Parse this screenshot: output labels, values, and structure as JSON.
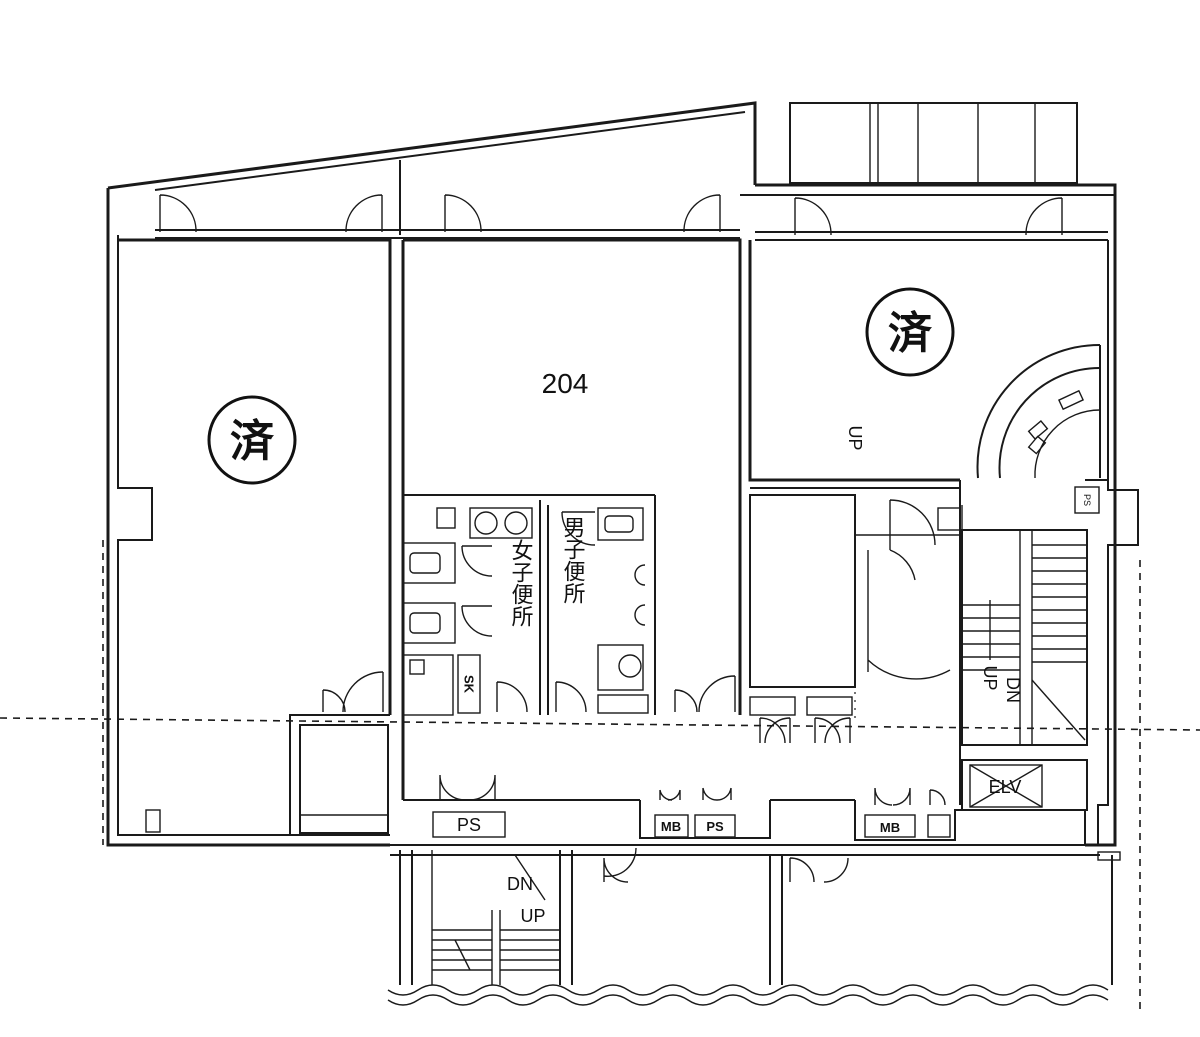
{
  "room_number": "204",
  "stamps": [
    "済",
    "済"
  ],
  "restrooms": {
    "women": "女子便所",
    "men": "男子便所"
  },
  "service_labels": {
    "sk": "SK",
    "ps_main": "PS",
    "mb_left": "MB",
    "ps_right": "PS",
    "mb_right": "MB",
    "elv": "ELV",
    "ps_small": "PS"
  },
  "stair_labels": {
    "up_upper": "UP",
    "up_stair_right": "UP",
    "dn_stair_right": "DN",
    "dn_stair_bottom": "DN",
    "up_stair_bottom": "UP"
  }
}
